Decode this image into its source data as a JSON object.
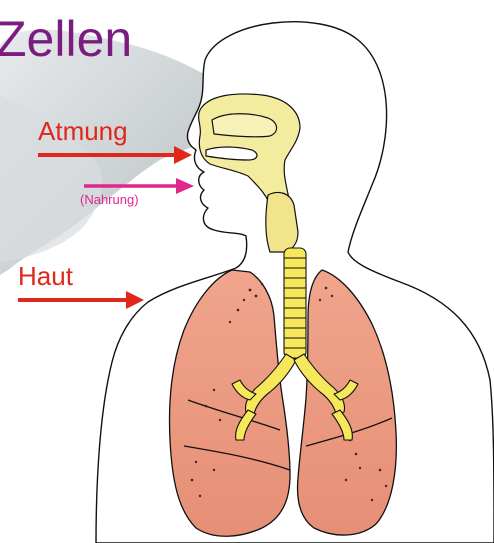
{
  "diagram": {
    "title": "Zellen",
    "labels": {
      "breathing": "Atmung",
      "food": "(Nahrung)",
      "skin": "Haut"
    },
    "colors": {
      "title": "#7a1d7f",
      "breathing_arrow": "#e0271b",
      "food_arrow": "#e0278e",
      "skin_arrow": "#e0271b",
      "lungs": "#ec9a80",
      "airways": "#f3ec9e",
      "bronchi": "#f6e85a",
      "outline": "#111111",
      "background_shape": "#c9cfd2"
    },
    "icons": {
      "breathing_arrow": "arrow-right-icon",
      "food_arrow": "arrow-right-icon",
      "skin_arrow": "arrow-right-icon"
    }
  }
}
